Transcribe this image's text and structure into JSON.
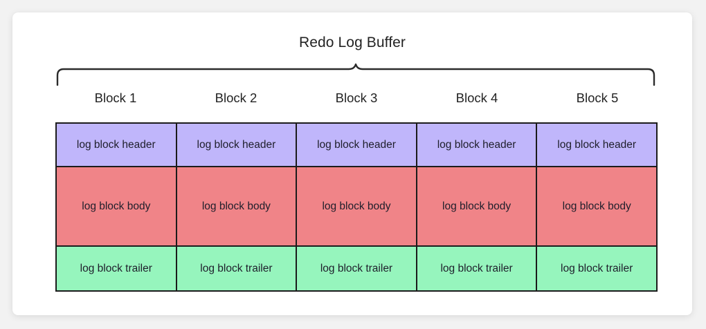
{
  "diagram": {
    "title": "Redo Log Buffer",
    "brace_label": "redo-log-buffer-brace",
    "blocks": [
      {
        "label": "Block 1"
      },
      {
        "label": "Block 2"
      },
      {
        "label": "Block 3"
      },
      {
        "label": "Block 4"
      },
      {
        "label": "Block 5"
      }
    ],
    "rows": [
      {
        "name": "log-block-header",
        "color": "#c0b6fb",
        "cells": [
          "log block header",
          "log block header",
          "log block header",
          "log block header",
          "log block header"
        ]
      },
      {
        "name": "log-block-body",
        "color": "#f08488",
        "cells": [
          "log block body",
          "log block body",
          "log block body",
          "log block body",
          "log block body"
        ]
      },
      {
        "name": "log-block-trailer",
        "color": "#96f5bd",
        "cells": [
          "log block trailer",
          "log block trailer",
          "log block trailer",
          "log block trailer",
          "log block trailer"
        ]
      }
    ],
    "colors": {
      "canvas": "#f2f2f2",
      "card": "#ffffff",
      "stroke": "#1b1b1b",
      "text": "#232323",
      "header_fill": "#c0b6fb",
      "body_fill": "#f08488",
      "trailer_fill": "#96f5bd"
    }
  }
}
